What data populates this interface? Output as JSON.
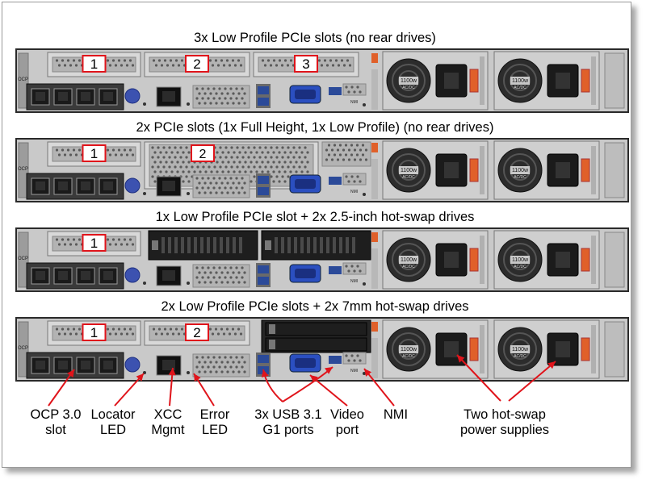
{
  "configs": [
    {
      "title": "3x Low Profile PCIe slots (no rear drives)",
      "slots": [
        "1",
        "2",
        "3"
      ]
    },
    {
      "title": "2x PCIe slots (1x Full Height, 1x Low Profile) (no rear drives)",
      "slots": [
        "1",
        "2"
      ]
    },
    {
      "title": "1x Low Profile PCIe slot + 2x 2.5-inch hot-swap drives",
      "slots": [
        "1"
      ]
    },
    {
      "title": "2x Low Profile PCIe slots + 2x 7mm hot-swap drives",
      "slots": [
        "1",
        "2"
      ]
    }
  ],
  "panel": {
    "ocp_label": "OCP",
    "nmi_label": "NMI",
    "psu_wattage": "1100w",
    "psu_type": "AC/DC"
  },
  "callouts": {
    "ocp": "OCP 3.0 slot",
    "locator": "Locator LED",
    "xcc": "XCC Mgmt",
    "error": "Error LED",
    "usb": "3x USB 3.1 G1 ports",
    "video": "Video port",
    "nmi": "NMI",
    "psu": "Two hot-swap power supplies"
  },
  "colors": {
    "callout_red": "#e0141b",
    "latch_orange": "#e0602a",
    "chassis_gray": "#c9c9c9"
  }
}
